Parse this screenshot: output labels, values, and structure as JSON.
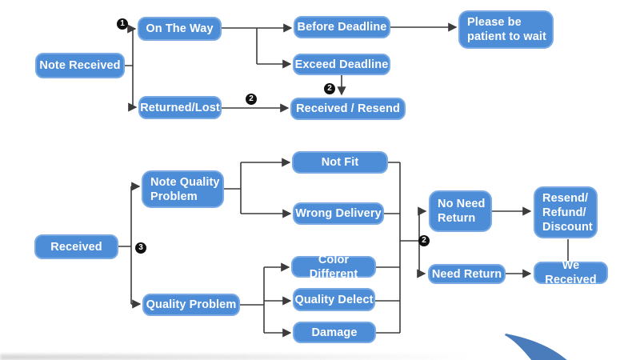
{
  "diagram": {
    "colors": {
      "node_fill": "#4D8CD7",
      "node_border": "#79AAE4",
      "node_text": "#FFFFFF",
      "connector": "#3C3C3C",
      "marker_bg": "#111111",
      "marker_text": "#FFFFFF",
      "swoosh": "#4A7CBB",
      "background": "#FFFFFF"
    },
    "step_markers": {
      "one": "1",
      "two": "2",
      "three": "3"
    },
    "nodes": {
      "note_received": "Note Received",
      "on_the_way": "On The Way",
      "returned_lost": "Returned/Lost",
      "before_deadline": "Before Deadline",
      "exceed_deadline": "Exceed Deadline",
      "received_resend": "Received / Resend",
      "please_wait": "Please be\npatient to wait",
      "received": "Received",
      "note_quality_problem": "Note Quality\nProblem",
      "quality_problem": "Quality Problem",
      "not_fit": "Not Fit",
      "wrong_delivery": "Wrong Delivery",
      "color_different": "Color Different",
      "quality_delect": "Quality Delect",
      "damage": "Damage",
      "no_need_return": "No Need\nReturn",
      "need_return": "Need Return",
      "resend_refund_discount": "Resend/\nRefund/\nDiscount",
      "we_received": "We Received"
    },
    "edges": [
      {
        "from": "note_received",
        "to": "on_the_way",
        "marker": "1"
      },
      {
        "from": "note_received",
        "to": "returned_lost"
      },
      {
        "from": "on_the_way",
        "to": "before_deadline"
      },
      {
        "from": "on_the_way",
        "to": "exceed_deadline"
      },
      {
        "from": "before_deadline",
        "to": "please_wait"
      },
      {
        "from": "exceed_deadline",
        "to": "received_resend",
        "marker": "2"
      },
      {
        "from": "returned_lost",
        "to": "received_resend",
        "marker": "2"
      },
      {
        "from": "received",
        "to": "note_quality_problem",
        "marker": "3"
      },
      {
        "from": "received",
        "to": "quality_problem",
        "marker": "3"
      },
      {
        "from": "note_quality_problem",
        "to": "not_fit"
      },
      {
        "from": "note_quality_problem",
        "to": "wrong_delivery"
      },
      {
        "from": "quality_problem",
        "to": "color_different"
      },
      {
        "from": "quality_problem",
        "to": "quality_delect"
      },
      {
        "from": "quality_problem",
        "to": "damage"
      },
      {
        "from": "not_fit",
        "to": "no_need_return",
        "marker": "2"
      },
      {
        "from": "not_fit",
        "to": "need_return",
        "marker": "2"
      },
      {
        "from": "wrong_delivery",
        "to": "no_need_return",
        "marker": "2"
      },
      {
        "from": "wrong_delivery",
        "to": "need_return",
        "marker": "2"
      },
      {
        "from": "color_different",
        "to": "no_need_return",
        "marker": "2"
      },
      {
        "from": "color_different",
        "to": "need_return",
        "marker": "2"
      },
      {
        "from": "quality_delect",
        "to": "no_need_return",
        "marker": "2"
      },
      {
        "from": "quality_delect",
        "to": "need_return",
        "marker": "2"
      },
      {
        "from": "damage",
        "to": "no_need_return",
        "marker": "2"
      },
      {
        "from": "damage",
        "to": "need_return",
        "marker": "2"
      },
      {
        "from": "no_need_return",
        "to": "resend_refund_discount"
      },
      {
        "from": "need_return",
        "to": "we_received"
      },
      {
        "from": "resend_refund_discount",
        "to": "we_received"
      }
    ]
  }
}
